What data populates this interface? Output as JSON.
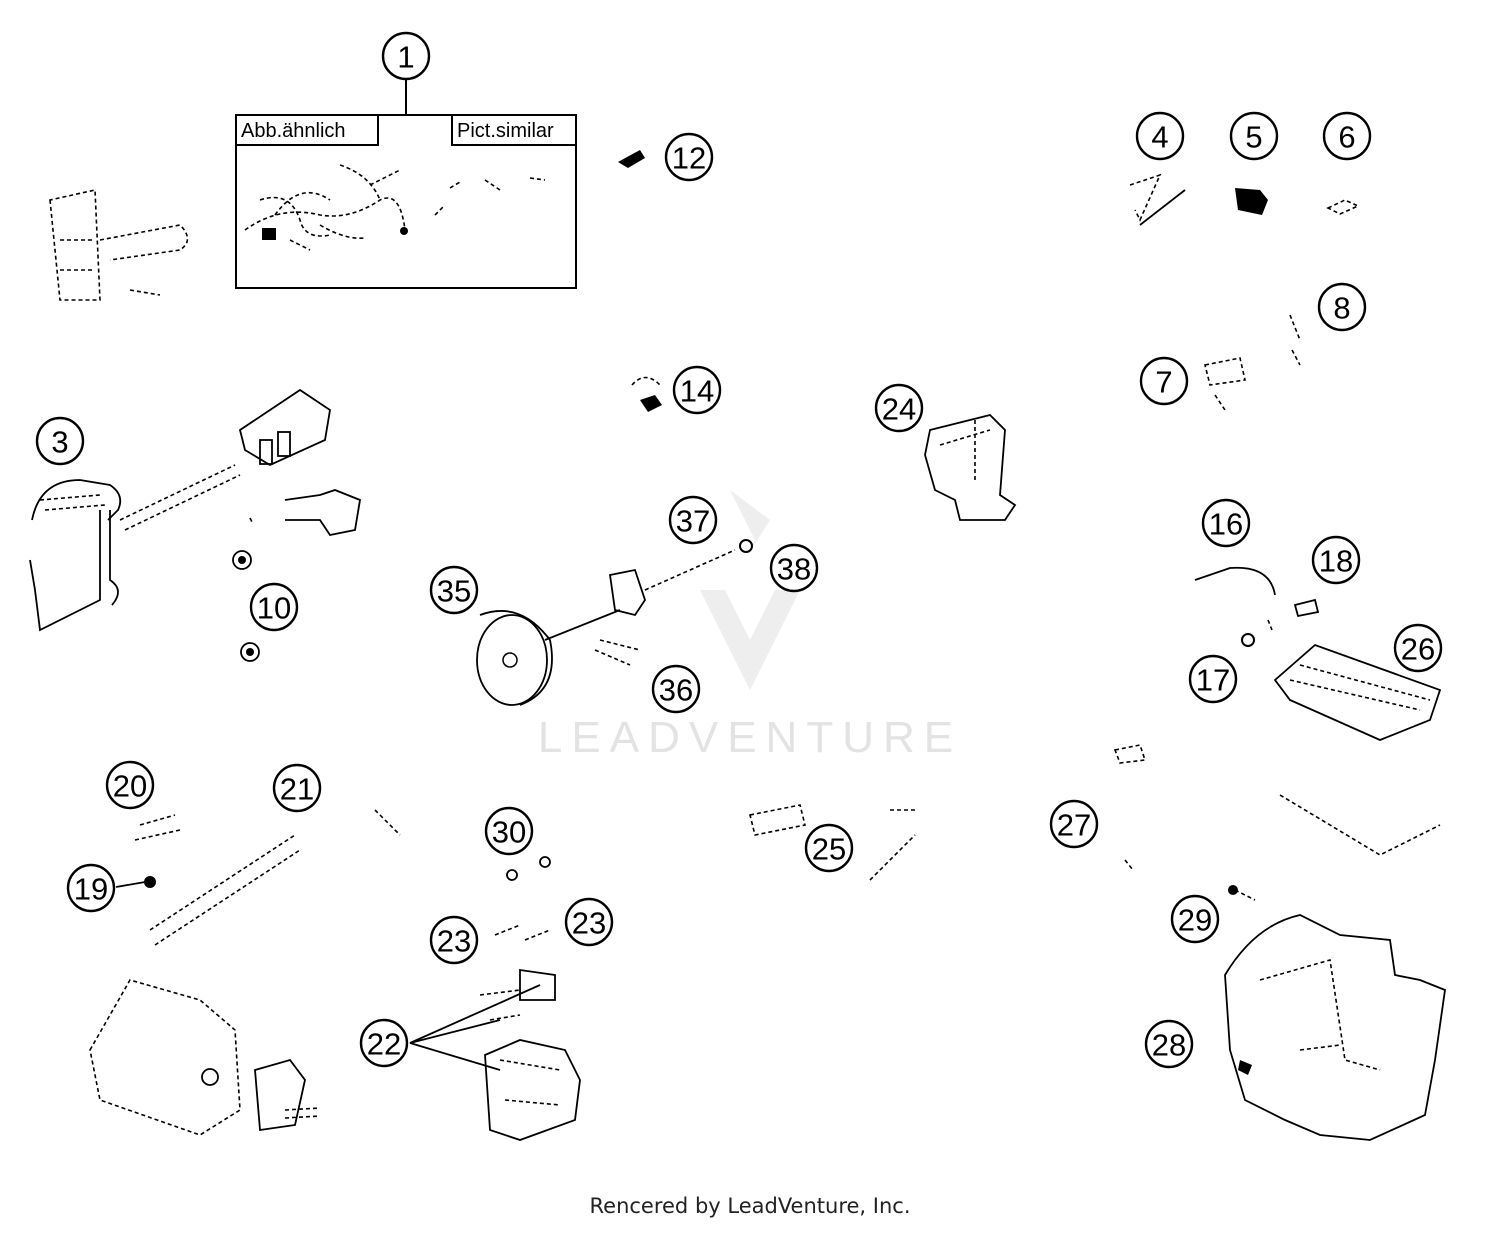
{
  "diagram": {
    "inset_box": {
      "label_left": "Abb.ähnlich",
      "label_right": "Pict.similar"
    },
    "watermark": "LEADVENTURE",
    "footer": "Rencered by LeadVenture, Inc.",
    "callouts": [
      "1",
      "3",
      "4",
      "5",
      "6",
      "7",
      "8",
      "10",
      "12",
      "14",
      "16",
      "17",
      "18",
      "19",
      "20",
      "21",
      "22",
      "23",
      "23",
      "24",
      "25",
      "26",
      "27",
      "28",
      "29",
      "30",
      "35",
      "36",
      "37",
      "38"
    ]
  }
}
